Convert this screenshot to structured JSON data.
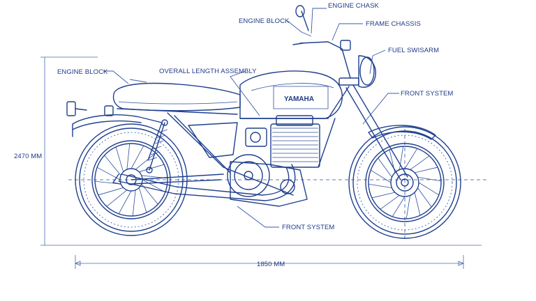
{
  "labels": {
    "engine_chask": "ENGINE CHASK",
    "engine_block_top": "ENGINE BLOCK",
    "frame_chassis": "FRAME CHASSIS",
    "fuel_swisarm": "FUEL SWISARM",
    "engine_block_left": "ENGINE BLOCK",
    "overall_length": "OVERALL LENGTH ASSEMBLY",
    "front_system_right": "FRONT SYSTEM",
    "front_system_bottom": "FRONT SYSTEM"
  },
  "dimensions": {
    "height": "2470 MM",
    "length": "1850 MM"
  },
  "tank_brand": "YAMAHA",
  "colors": {
    "ink": "#1f3f8f",
    "background": "#ffffff"
  }
}
